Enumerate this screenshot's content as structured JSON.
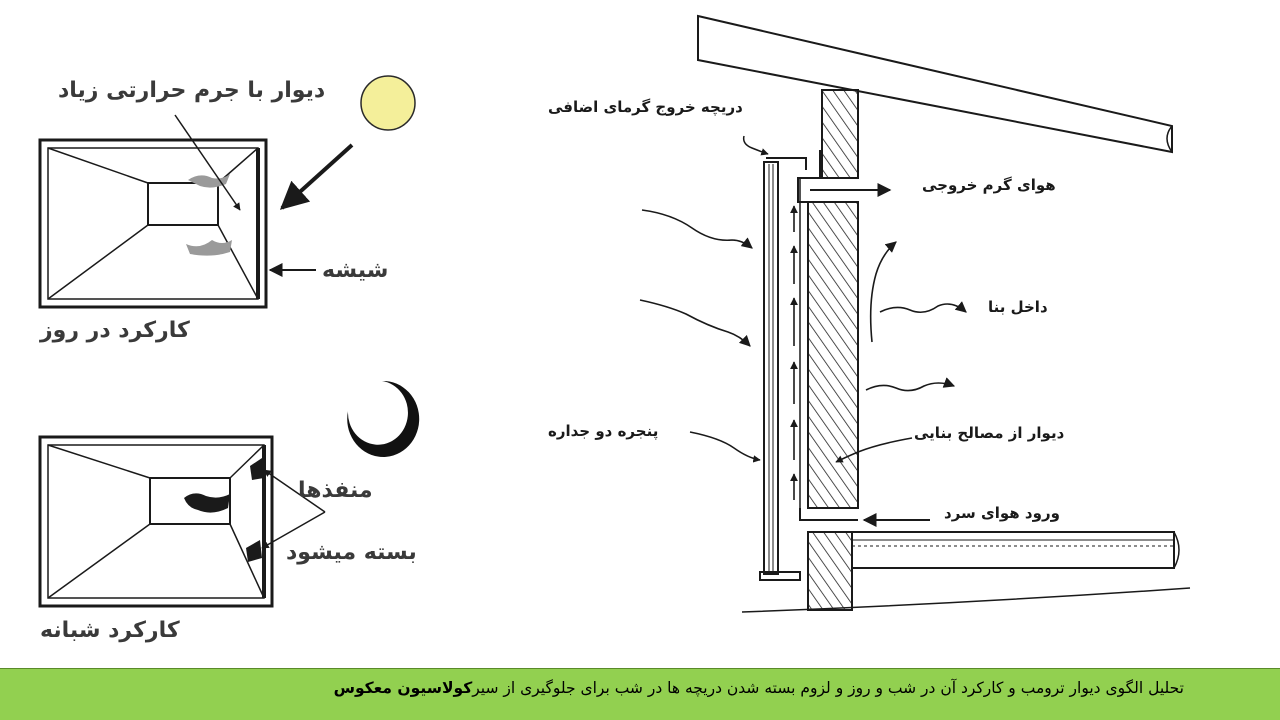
{
  "left_panel": {
    "day": {
      "wall_label": "دیوار با جرم حرارتی زیاد",
      "glass_label": "شیشه",
      "caption": "کارکرد در روز"
    },
    "night": {
      "vents_label": "منفذها",
      "closed_label": "بسته میشود",
      "caption": "کارکرد شبانه"
    }
  },
  "right_panel": {
    "labels": {
      "exhaust_vent": "دریچه خروج گرمای اضافی",
      "hot_air_out": "هوای گرم خروجی",
      "building_interior": "داخل بنا",
      "double_glazing": "پنجره دو جداره",
      "masonry_wall": "دیوار از مصالح بنایی",
      "cold_air_in": "ورود هوای سرد"
    }
  },
  "caption": {
    "text_main": "تحلیل الگوی دیوار ترومب  و کارکرد آن در شب و روز و لزوم بسته شدن دریچه ها در شب برای جلوگیری از سیر",
    "text_bold": "کولاسیون معکوس"
  },
  "colors": {
    "caption_background": "#92d050",
    "sun": "#f4ef9a",
    "ink": "#1a1a1a"
  }
}
